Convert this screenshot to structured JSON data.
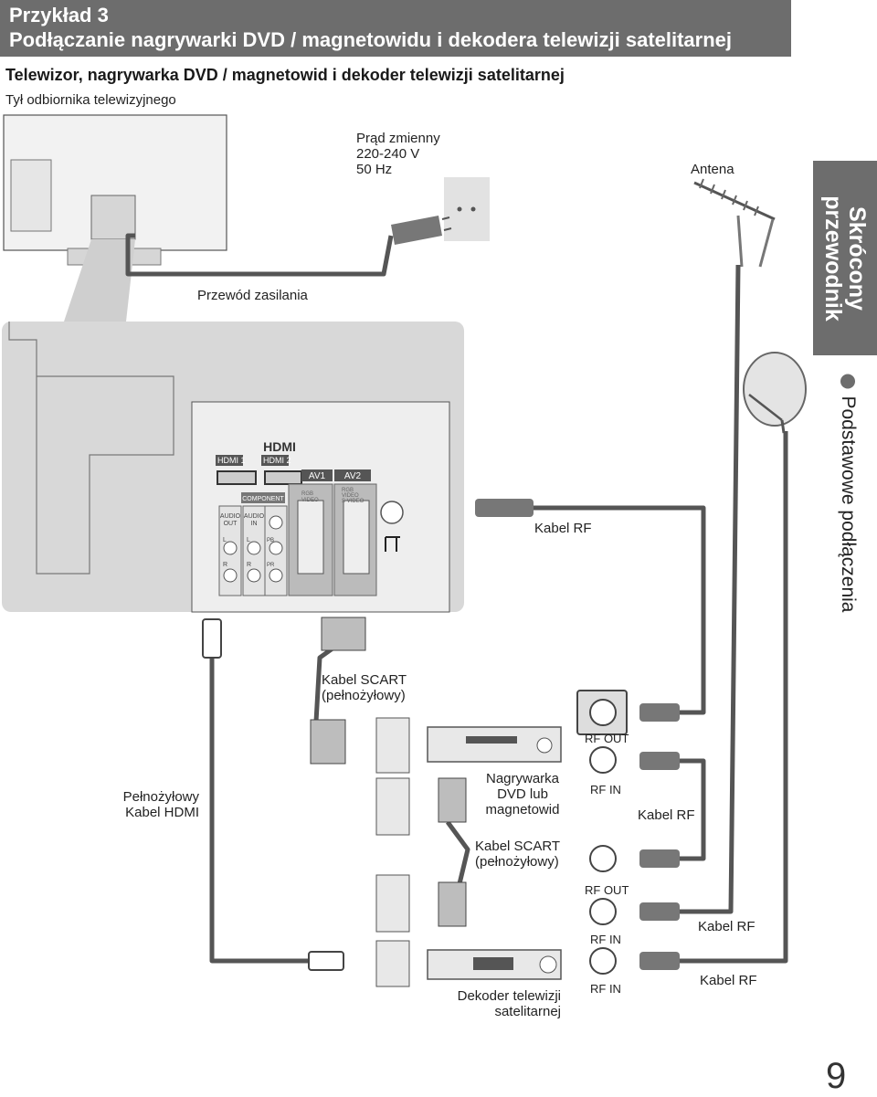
{
  "header": {
    "line1": "Przykład 3",
    "line2": "Podłączanie nagrywarki DVD / magnetowidu i dekodera telewizji satelitarnej"
  },
  "subtitle": "Telewizor, nagrywarka DVD / magnetowid i dekoder telewizji satelitarnej",
  "tv_back_label": "Tył odbiornika telewizyjnego",
  "side_tab": {
    "line1": "Skrócony",
    "line2": "przewodnik"
  },
  "side_sub": "Podstawowe podłączenia",
  "labels": {
    "ac": [
      "Prąd zmienny",
      "220-240 V",
      "50 Hz"
    ],
    "antenna": "Antena",
    "power_cable": "Przewód zasilania",
    "rf_cable_tv": "Kabel RF",
    "scart1": [
      "Kabel SCART",
      "(pełnożyłowy)"
    ],
    "rf_out_1": "RF OUT",
    "rf_in_1": "RF IN",
    "recorder": [
      "Nagrywarka",
      "DVD lub",
      "magnetowid"
    ],
    "rf_cable_mid": "Kabel RF",
    "hdmi_cable": [
      "Pełnożyłowy",
      "Kabel HDMI"
    ],
    "scart2": [
      "Kabel SCART",
      "(pełnożyłowy)"
    ],
    "rf_out_2": "RF OUT",
    "rf_in_2": "RF IN",
    "rf_cable_2": "Kabel RF",
    "rf_in_3": "RF IN",
    "rf_cable_3": "Kabel RF",
    "decoder": [
      "Dekoder telewizji",
      "satelitarnej"
    ]
  },
  "panel": {
    "hdmi_logo": "HDMI",
    "hdmi1": "HDMI 1",
    "hdmi2": "HDMI 2",
    "av1": "AV1",
    "av2": "AV2",
    "component": "COMPONENT",
    "audio_out": [
      "AUDIO",
      "OUT"
    ],
    "audio_in": [
      "AUDIO",
      "IN"
    ],
    "av1_sub": [
      "RGB",
      "VIDEO"
    ],
    "av2_sub": [
      "RGB",
      "VIDEO",
      "S VIDEO"
    ],
    "l": "L",
    "r": "R",
    "pb": "PB",
    "pr": "PR"
  },
  "page_number": "9",
  "colors": {
    "header_bg": "#6d6d6d",
    "panel_bg": "#d8d8d8",
    "cable": "#555555"
  }
}
